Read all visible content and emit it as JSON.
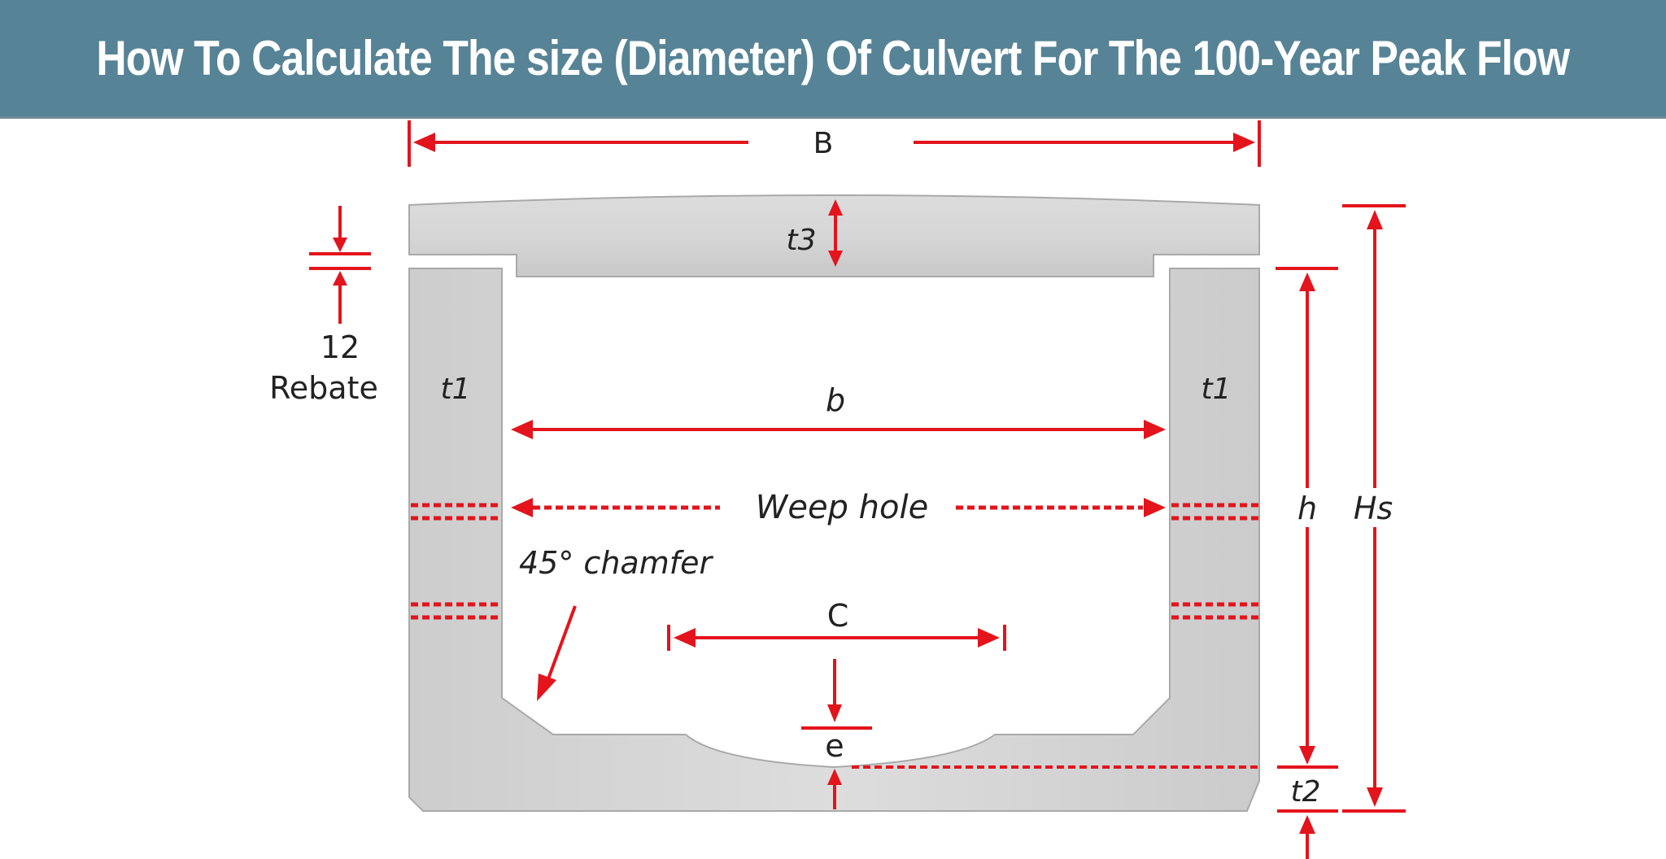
{
  "header": {
    "title": "How To Calculate The size (Diameter) Of Culvert For The 100-Year Peak Flow"
  },
  "colors": {
    "banner": "#568396",
    "dimension": "#e3141c",
    "concrete": "#d4d4d4",
    "text": "#222222"
  },
  "diagram": {
    "labels": {
      "B": "B",
      "t3": "t3",
      "rebate_value": "12",
      "rebate": "Rebate",
      "t1_left": "t1",
      "t1_right": "t1",
      "b": "b",
      "weep_hole": "Weep hole",
      "chamfer": "45° chamfer",
      "C": "C",
      "e": "e",
      "h": "h",
      "Hs": "Hs",
      "t2": "t2"
    }
  }
}
